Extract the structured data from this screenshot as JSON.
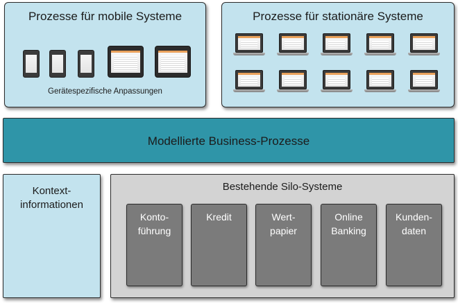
{
  "mobile": {
    "title": "Prozesse für mobile Systeme",
    "caption": "Gerätespezifische Anpassungen"
  },
  "stationary": {
    "title": "Prozesse für stationäre Systeme"
  },
  "business": {
    "title": "Modellierte Business-Prozesse"
  },
  "context": {
    "title": "Kontext-\ninformationen"
  },
  "silo": {
    "title": "Bestehende Silo-Systeme",
    "systems": [
      "Konto-\nführung",
      "Kredit",
      "Wert-\npapier",
      "Online\nBanking",
      "Kunden-\ndaten"
    ]
  },
  "colors": {
    "light_panel": "#c3e3ee",
    "teal_bar": "#2f95a8",
    "silo_panel": "#d3d3d3",
    "silo_box": "#7b7b7b"
  }
}
